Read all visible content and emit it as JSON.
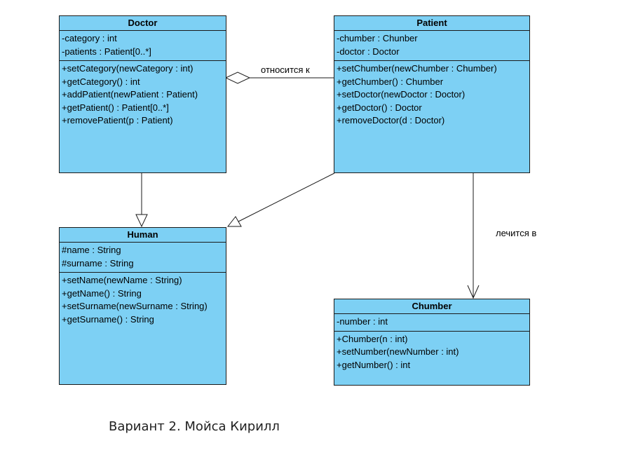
{
  "classes": {
    "doctor": {
      "name": "Doctor",
      "attributes": [
        "-category : int",
        "-patients : Patient[0..*]"
      ],
      "operations": [
        "+setCategory(newCategory : int)",
        "+getCategory() : int",
        "+addPatient(newPatient : Patient)",
        "+getPatient() : Patient[0..*]",
        "+removePatient(p : Patient)"
      ]
    },
    "patient": {
      "name": "Patient",
      "attributes": [
        "-chumber : Chunber",
        "-doctor : Doctor"
      ],
      "operations": [
        "+setChumber(newChumber : Chumber)",
        "+getChumber() : Chumber",
        "+setDoctor(newDoctor : Doctor)",
        "+getDoctor() : Doctor",
        "+removeDoctor(d : Doctor)"
      ]
    },
    "human": {
      "name": "Human",
      "attributes": [
        "#name : String",
        "#surname : String"
      ],
      "operations": [
        "+setName(newName : String)",
        "+getName() : String",
        "+setSurname(newSurname : String)",
        "+getSurname() : String"
      ]
    },
    "chumber": {
      "name": "Chumber",
      "attributes": [
        "-number : int"
      ],
      "operations": [
        "+Chumber(n : int)",
        "+setNumber(newNumber : int)",
        "+getNumber() : int"
      ]
    }
  },
  "relations": {
    "doctor_patient": {
      "type": "aggregation",
      "label": "относится к"
    },
    "doctor_human": {
      "type": "generalization"
    },
    "patient_human": {
      "type": "generalization"
    },
    "patient_chumber": {
      "type": "association",
      "label": "лечится в"
    }
  },
  "footer": "Вариант 2. Мойса Кирилл",
  "colors": {
    "class_fill": "#7dd0f4",
    "line": "#1a1a1a"
  }
}
